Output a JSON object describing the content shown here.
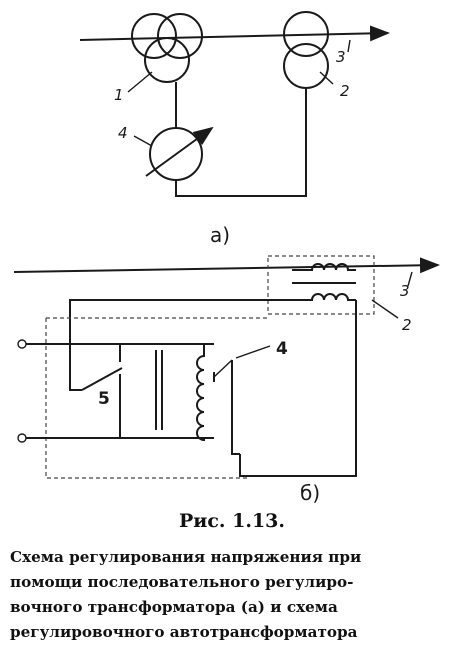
{
  "diagram_a": {
    "label_1": "1",
    "label_2": "2",
    "label_3": "3",
    "label_4": "4",
    "caption": "а)"
  },
  "diagram_b": {
    "label_2": "2",
    "label_3": "3",
    "label_4": "4",
    "label_5": "5",
    "caption": "б)"
  },
  "figure": {
    "title": "Рис. 1.13.",
    "caption_lines": [
      "Схема регулирования напряжения при",
      "помощи последовательного регулиро-",
      "вочного трансформатора (а) и схема",
      "регулировочного автотрансформатора"
    ]
  }
}
